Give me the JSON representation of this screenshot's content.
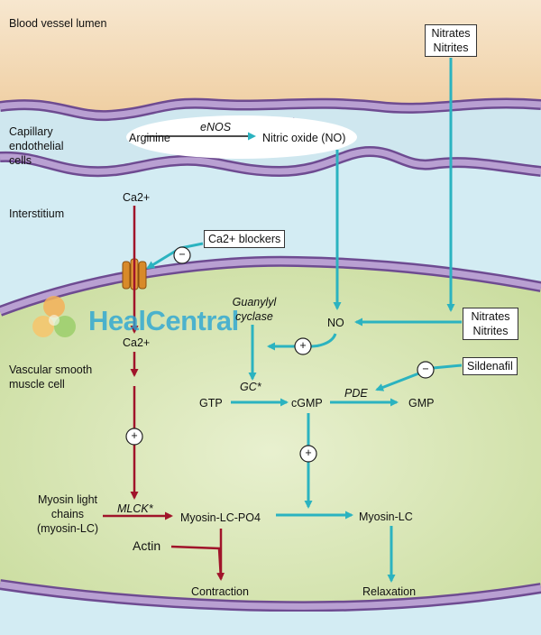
{
  "diagram": {
    "regions": {
      "lumen": "Blood vessel lumen",
      "endothelial": "Capillary endothelial cells",
      "interstitium": "Interstitium",
      "smooth_muscle": "Vascular smooth muscle cell"
    },
    "nodes": {
      "arginine": "Arginine",
      "enos": "eNOS",
      "nitric_oxide": "Nitric oxide (NO)",
      "no": "NO",
      "ca_top": "Ca2+",
      "ca_mid": "Ca2+",
      "ca_blockers": "Ca2+ blockers",
      "guanylyl_cyclase": "Guanylyl cyclase",
      "gc": "GC*",
      "gtp": "GTP",
      "cgmp": "cGMP",
      "gmp": "GMP",
      "pde": "PDE",
      "sildenafil": "Sildenafil",
      "nitrates_top": "Nitrates Nitrites",
      "nitrates_mid": "Nitrates Nitrites",
      "myosin_lc": "Myosin light chains (myosin-LC)",
      "mlck": "MLCK*",
      "myosin_lc_po4": "Myosin-LC-PO4",
      "myosin_lc_right": "Myosin-LC",
      "actin": "Actin",
      "contraction": "Contraction",
      "relaxation": "Relaxation"
    },
    "signs": {
      "minus": "−",
      "plus": "+"
    },
    "watermark": "HealCentral",
    "colors": {
      "lumen": "#f3d7b0",
      "interstitium": "#d3ecf3",
      "cell": "#d6e6b4",
      "membrane": "#a88cc3",
      "membrane_dark": "#6e4b91",
      "teal": "#2bb3c0",
      "crimson": "#a0142a",
      "channel": "#d88a2a"
    }
  }
}
